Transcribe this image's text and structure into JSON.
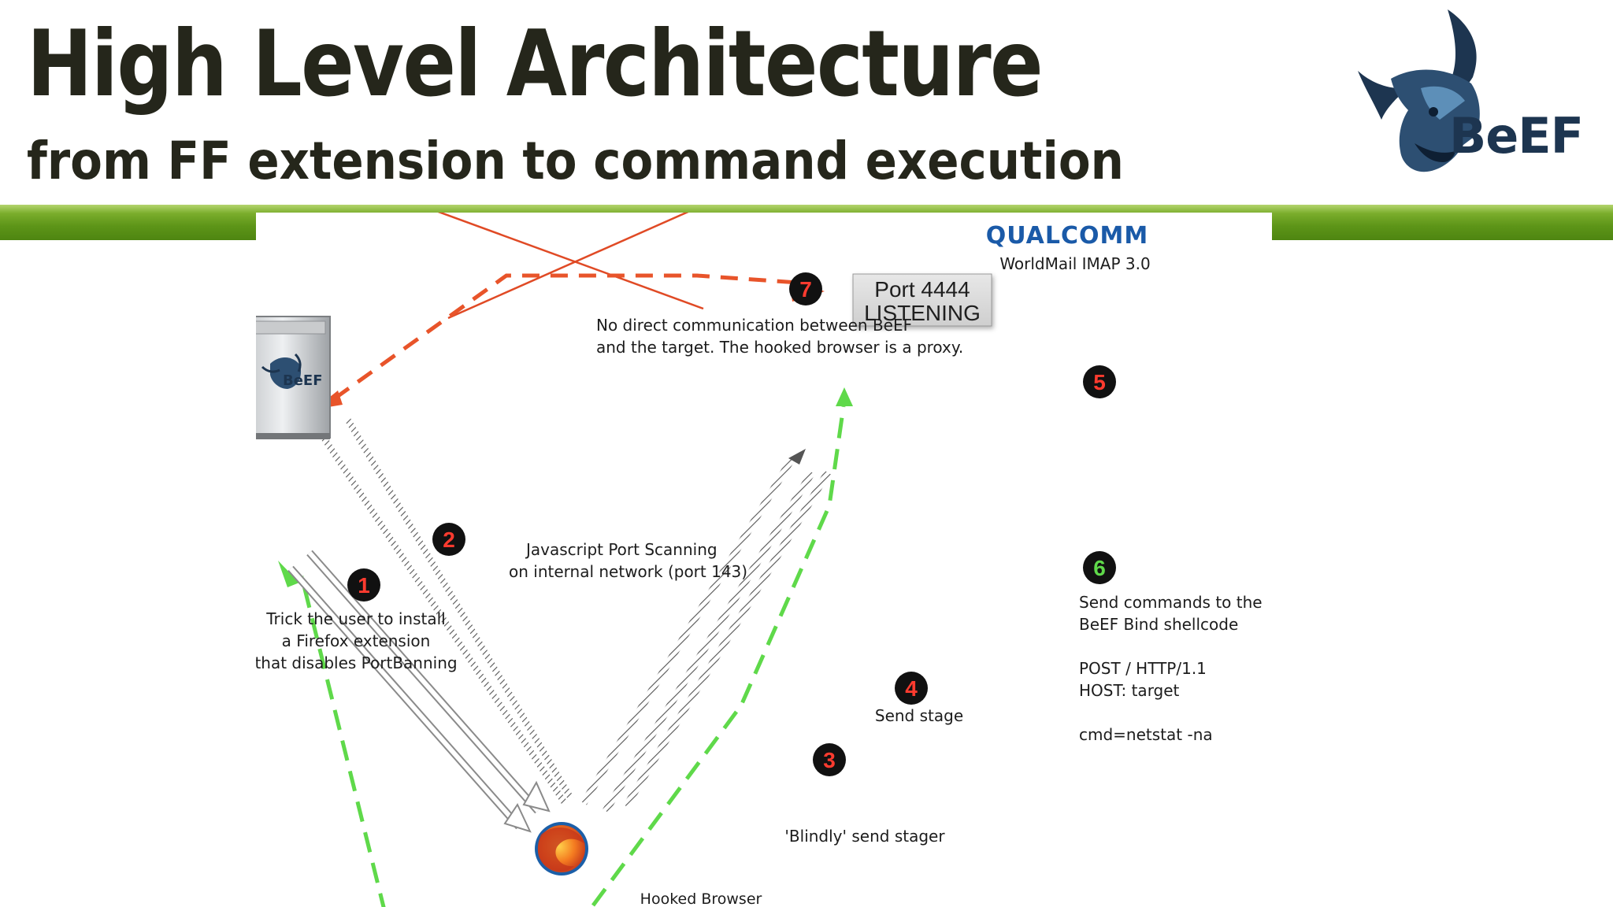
{
  "slide": {
    "title": "High Level Architecture",
    "subtitle": "from FF extension to command execution"
  },
  "logo": {
    "word": "BeEF",
    "icon": "beef-bull-logo-icon"
  },
  "diagram": {
    "server": {
      "icon": "beef-server-icon",
      "label": "BeEF"
    },
    "browser": {
      "icon": "firefox-icon",
      "label": "Hooked Browser"
    },
    "target": {
      "brand": "QUALCOMM",
      "product": "WorldMail IMAP 3.0",
      "port_line1": "Port 4444",
      "port_line2": "LISTENING"
    },
    "steps": [
      {
        "num": "1",
        "num_color": "#ff3b2f",
        "lines": [
          "Trick the user to install",
          "a Firefox extension",
          "that disables PortBanning"
        ]
      },
      {
        "num": "2",
        "num_color": "#ff3b2f",
        "lines": [
          "Javascript Port Scanning",
          "on internal network (port 143)"
        ]
      },
      {
        "num": "3",
        "num_color": "#ff3b2f",
        "lines": [
          "'Blindly' send stager"
        ]
      },
      {
        "num": "4",
        "num_color": "#ff3b2f",
        "lines": [
          "Send stage"
        ]
      },
      {
        "num": "5",
        "num_color": "#ff3b2f",
        "lines": []
      },
      {
        "num": "6",
        "num_color": "#5fd94a",
        "lines": [
          "Send commands to the",
          "BeEF Bind shellcode",
          "",
          "POST / HTTP/1.1",
          "HOST: target",
          "",
          "cmd=netstat -na"
        ]
      },
      {
        "num": "7",
        "num_color": "#ff3b2f",
        "lines": [
          "No direct communication between BeEF",
          "and the target. The hooked browser is a proxy."
        ]
      }
    ],
    "colors": {
      "red_arrow": "#e8542a",
      "cross": "#e04a25",
      "green_arrow": "#5fd94a",
      "green_band": "#5d9518",
      "badge": "#111111",
      "title": "#25261b",
      "logo_blue": "#2d4f72"
    }
  }
}
